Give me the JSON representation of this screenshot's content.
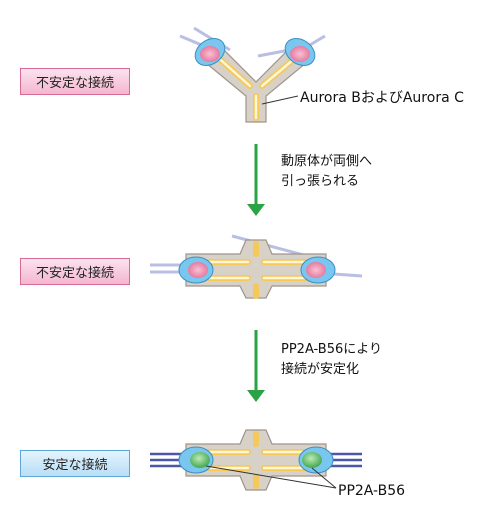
{
  "stages": [
    {
      "label": "不安定な接続",
      "state": "unstable"
    },
    {
      "label": "不安定な接続",
      "state": "unstable"
    },
    {
      "label": "安定な接続",
      "state": "stable"
    }
  ],
  "annotations": {
    "aurora": "Aurora BおよびAurora C",
    "pp2a": "PP2A-B56"
  },
  "steps": [
    {
      "line1": "動原体が両側へ",
      "line2": "引っ張られる"
    },
    {
      "line1": "PP2A-B56により",
      "line2": "接続が安定化"
    }
  ],
  "colors": {
    "arrow": "#2aa344",
    "aurora_kinase": "#ef8fb0",
    "pp2a": "#5cbf66",
    "kinetochore": "#79c6ee",
    "chromosome": "#d8d1c8",
    "microtubule_unstable": "#b9bfe2",
    "microtubule_stable": "#4c57a8"
  }
}
